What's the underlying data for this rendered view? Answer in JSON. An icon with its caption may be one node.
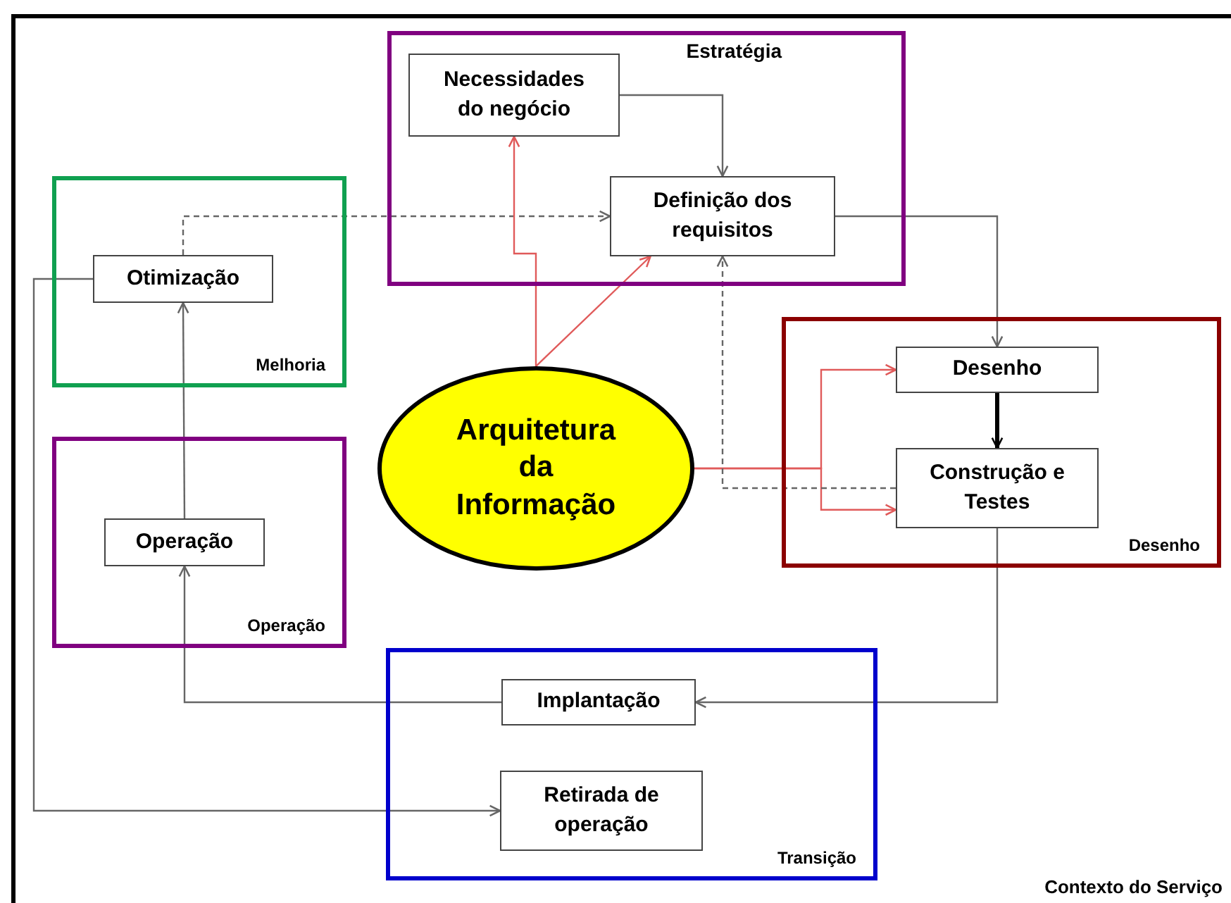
{
  "diagram": {
    "nodes": [
      {
        "text": [
          "Contexto do Serviço"
        ]
      },
      {
        "text": [
          "Estratégia"
        ],
        "in": 0
      },
      {
        "text": [
          "Necessidades do negócio"
        ],
        "in": 1
      },
      {
        "text": [
          "Definição dos requisitos"
        ],
        "in": 1
      },
      {
        "text": [
          "Melhoria"
        ],
        "in": 0
      },
      {
        "text": [
          "Otimização"
        ],
        "in": 4
      },
      {
        "text": [
          "Operação"
        ],
        "in": 0
      },
      {
        "text": [
          "Operação"
        ],
        "in": 6
      },
      {
        "text": [
          "Arquitetura da Informação"
        ],
        "in": 0
      },
      {
        "text": [
          "Desenho"
        ],
        "in": 0
      },
      {
        "text": [
          "Desenho"
        ],
        "in": 9
      },
      {
        "text": [
          "Construção e Testes"
        ],
        "in": 9
      },
      {
        "text": [
          "Transição"
        ],
        "in": 0
      },
      {
        "text": [
          "Implantação"
        ],
        "in": 12
      },
      {
        "text": [
          "Retirada de operação"
        ],
        "in": 12
      }
    ],
    "edges": [
      {
        "from": 2,
        "to": 3,
        "arrow": "to"
      },
      {
        "from": 5,
        "to": 3,
        "arrow": "to",
        "style": "dashed"
      },
      {
        "from": 8,
        "to": 2,
        "arrow": "to",
        "color": "#e05a5a"
      },
      {
        "from": 8,
        "to": 3,
        "arrow": "to",
        "color": "#e05a5a"
      },
      {
        "from": 3,
        "to": 10,
        "arrow": "to"
      },
      {
        "from": 10,
        "to": 11,
        "arrow": "to",
        "style": "thick",
        "color": "#000000"
      },
      {
        "from": 8,
        "to": 10,
        "arrow": "to",
        "color": "#e05a5a"
      },
      {
        "from": 8,
        "to": 11,
        "arrow": "to",
        "color": "#e05a5a"
      },
      {
        "from": 11,
        "to": 3,
        "arrow": "to",
        "style": "dashed"
      },
      {
        "from": 11,
        "to": 13,
        "arrow": "to"
      },
      {
        "from": 13,
        "to": 7,
        "arrow": "to"
      },
      {
        "from": 7,
        "to": 5,
        "arrow": "to"
      },
      {
        "from": 5,
        "to": 14,
        "arrow": "to"
      }
    ]
  }
}
